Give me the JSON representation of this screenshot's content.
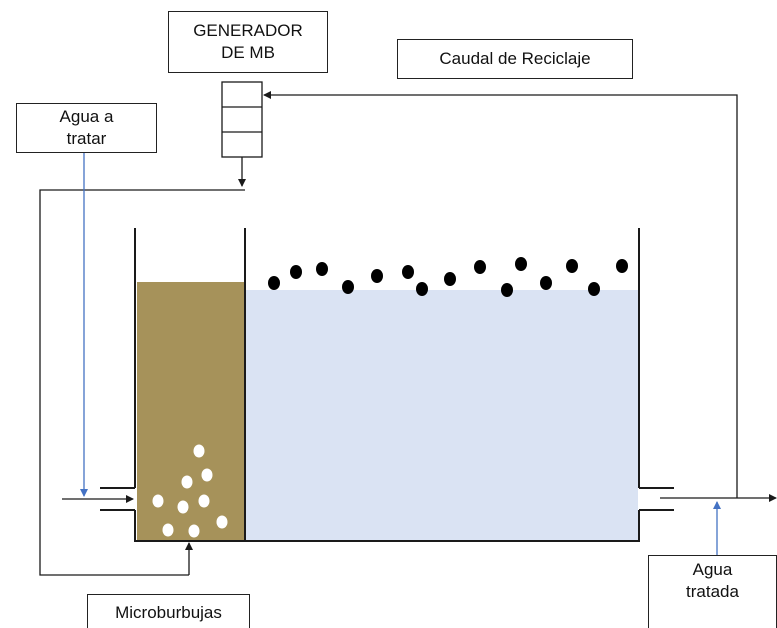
{
  "labels": {
    "generator": {
      "line1": "GENERADOR",
      "line2": "DE MB"
    },
    "recycle": "Caudal de Reciclaje",
    "water_in": {
      "line1": "Agua a",
      "line2": "tratar"
    },
    "water_out": {
      "line1": "Agua",
      "line2": "tratada"
    },
    "microbubbles": "Microburbujas"
  },
  "colors": {
    "line": "#1a1a1a",
    "water": "#dae3f3",
    "sludge": "#a6925a",
    "bubble": "#ffffff",
    "particle": "#000000",
    "blue_arrow": "#4472c4"
  }
}
